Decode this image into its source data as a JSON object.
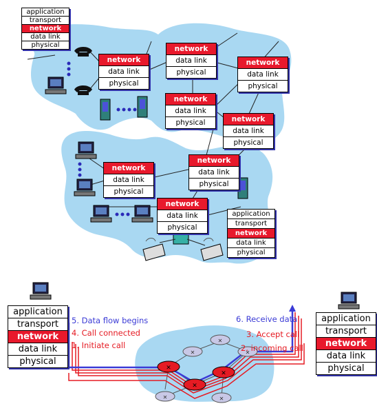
{
  "layers": {
    "application": "application",
    "transport": "transport",
    "network": "network",
    "data_link": "data link",
    "physical": "physical"
  },
  "call_labels": {
    "data_flow_begins": "5. Data flow begins",
    "call_connected": "4. Call connected",
    "initiate_call": "1. Initiate call",
    "receive_data": "6. Receive data",
    "accept_call": "3. Accept call",
    "incoming_call": "2. incoming call"
  },
  "colors": {
    "cloud": "#a9d8f2",
    "highlight_layer": "#e8192c",
    "call_path": "#e51b23",
    "data_path": "#3b3bd6"
  },
  "icons": [
    "telephone-icon",
    "desktop-computer-icon",
    "server-icon",
    "laptop-icon",
    "router-icon"
  ]
}
